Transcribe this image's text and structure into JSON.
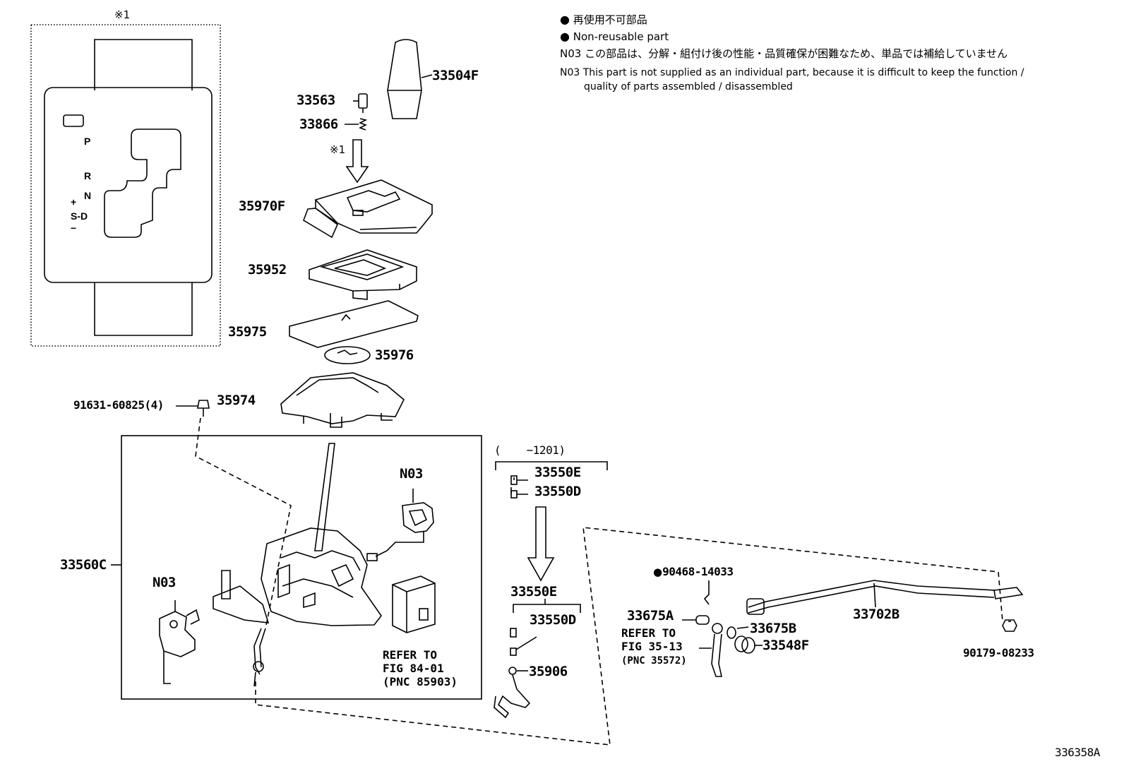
{
  "legend": {
    "ja_nonreusable": "再使用不可部品",
    "en_nonreusable": "Non-reusable part",
    "n03_ja": "N03 この部品は、分解・組付け後の性能・品質確保が困難なため、単品では補給していません",
    "n03_en_line1": "N03 This part is not supplied as an individual part, because it is difficult to keep the function /",
    "n03_en_line2": "quality of parts assembled / disassembled"
  },
  "detail": {
    "mark": "※1",
    "gears": [
      "P",
      "R",
      "N",
      "+",
      "S-D",
      "−"
    ]
  },
  "parts": {
    "p33504F": "33504F",
    "p33563": "33563",
    "p33866": "33866",
    "mark1": "※1",
    "p35970F": "35970F",
    "p35952": "35952",
    "p35975": "35975",
    "p35976": "35976",
    "p35974": "35974",
    "p91631": "91631-60825(4)",
    "p33560C": "33560C",
    "n03a": "N03",
    "n03b": "N03",
    "range": "(    −1201)",
    "p33550E_a": "33550E",
    "p33550D_a": "33550D",
    "p33550E_b": "33550E",
    "p33550D_b": "33550D",
    "p35906": "35906",
    "p90468": "90468-14033",
    "p33675A": "33675A",
    "p33675B": "33675B",
    "p33548F": "33548F",
    "p33702B": "33702B",
    "p90179": "90179-08233",
    "refer1_l1": "REFER TO",
    "refer1_l2": "FIG 84-01",
    "refer1_l3": "(PNC 85903)",
    "refer2_l1": "REFER TO",
    "refer2_l2": "FIG 35-13",
    "refer2_l3": "(PNC 35572)",
    "figure_id": "336358A"
  }
}
